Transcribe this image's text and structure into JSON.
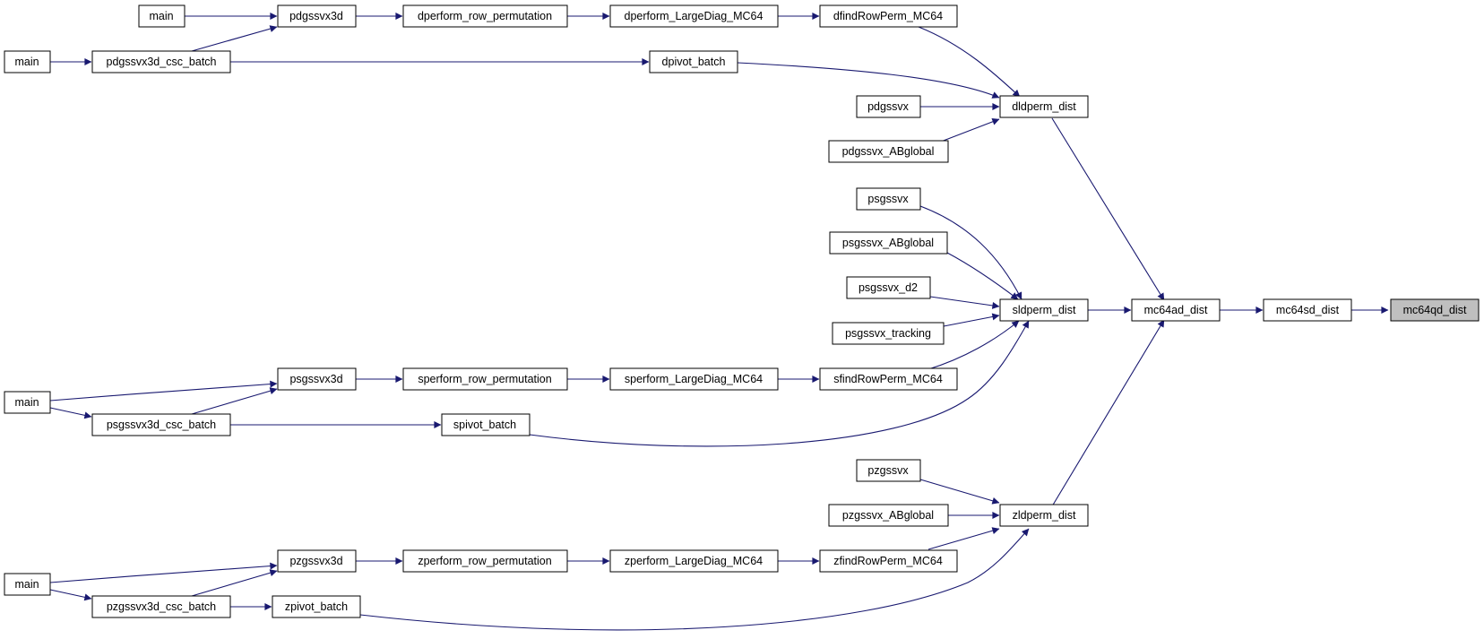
{
  "graph": {
    "nodes": {
      "mc64qd_dist": "mc64qd_dist",
      "mc64sd_dist": "mc64sd_dist",
      "mc64ad_dist": "mc64ad_dist",
      "dldperm_dist": "dldperm_dist",
      "sldperm_dist": "sldperm_dist",
      "zldperm_dist": "zldperm_dist",
      "dfindRowPerm_MC64": "dfindRowPerm_MC64",
      "dpivot_batch": "dpivot_batch",
      "pdgssvx": "pdgssvx",
      "pdgssvx_ABglobal": "pdgssvx_ABglobal",
      "dperform_LargeDiag_MC64": "dperform_LargeDiag_MC64",
      "dperform_row_permutation": "dperform_row_permutation",
      "pdgssvx3d": "pdgssvx3d",
      "pdgssvx3d_csc_batch": "pdgssvx3d_csc_batch",
      "main_d1": "main",
      "main_d2": "main",
      "psgssvx": "psgssvx",
      "psgssvx_ABglobal": "psgssvx_ABglobal",
      "psgssvx_d2": "psgssvx_d2",
      "psgssvx_tracking": "psgssvx_tracking",
      "sfindRowPerm_MC64": "sfindRowPerm_MC64",
      "sperform_LargeDiag_MC64": "sperform_LargeDiag_MC64",
      "sperform_row_permutation": "sperform_row_permutation",
      "psgssvx3d": "psgssvx3d",
      "psgssvx3d_csc_batch": "psgssvx3d_csc_batch",
      "spivot_batch": "spivot_batch",
      "main_s": "main",
      "pzgssvx": "pzgssvx",
      "pzgssvx_ABglobal": "pzgssvx_ABglobal",
      "zfindRowPerm_MC64": "zfindRowPerm_MC64",
      "zperform_LargeDiag_MC64": "zperform_LargeDiag_MC64",
      "zperform_row_permutation": "zperform_row_permutation",
      "pzgssvx3d": "pzgssvx3d",
      "pzgssvx3d_csc_batch": "pzgssvx3d_csc_batch",
      "zpivot_batch": "zpivot_batch",
      "main_z": "main"
    },
    "edges": [
      [
        "mc64sd_dist",
        "mc64qd_dist"
      ],
      [
        "mc64ad_dist",
        "mc64sd_dist"
      ],
      [
        "dldperm_dist",
        "mc64ad_dist"
      ],
      [
        "sldperm_dist",
        "mc64ad_dist"
      ],
      [
        "zldperm_dist",
        "mc64ad_dist"
      ],
      [
        "dfindRowPerm_MC64",
        "dldperm_dist"
      ],
      [
        "dpivot_batch",
        "dldperm_dist"
      ],
      [
        "pdgssvx",
        "dldperm_dist"
      ],
      [
        "pdgssvx_ABglobal",
        "dldperm_dist"
      ],
      [
        "dperform_LargeDiag_MC64",
        "dfindRowPerm_MC64"
      ],
      [
        "dperform_row_permutation",
        "dperform_LargeDiag_MC64"
      ],
      [
        "pdgssvx3d",
        "dperform_row_permutation"
      ],
      [
        "main_d1",
        "pdgssvx3d"
      ],
      [
        "pdgssvx3d_csc_batch",
        "pdgssvx3d"
      ],
      [
        "pdgssvx3d_csc_batch",
        "dpivot_batch"
      ],
      [
        "main_d2",
        "pdgssvx3d_csc_batch"
      ],
      [
        "psgssvx",
        "sldperm_dist"
      ],
      [
        "psgssvx_ABglobal",
        "sldperm_dist"
      ],
      [
        "psgssvx_d2",
        "sldperm_dist"
      ],
      [
        "psgssvx_tracking",
        "sldperm_dist"
      ],
      [
        "sfindRowPerm_MC64",
        "sldperm_dist"
      ],
      [
        "spivot_batch",
        "sldperm_dist"
      ],
      [
        "sperform_LargeDiag_MC64",
        "sfindRowPerm_MC64"
      ],
      [
        "sperform_row_permutation",
        "sperform_LargeDiag_MC64"
      ],
      [
        "psgssvx3d",
        "sperform_row_permutation"
      ],
      [
        "main_s",
        "psgssvx3d"
      ],
      [
        "psgssvx3d_csc_batch",
        "psgssvx3d"
      ],
      [
        "psgssvx3d_csc_batch",
        "spivot_batch"
      ],
      [
        "main_s",
        "psgssvx3d_csc_batch"
      ],
      [
        "pzgssvx",
        "zldperm_dist"
      ],
      [
        "pzgssvx_ABglobal",
        "zldperm_dist"
      ],
      [
        "zfindRowPerm_MC64",
        "zldperm_dist"
      ],
      [
        "zpivot_batch",
        "zldperm_dist"
      ],
      [
        "zperform_LargeDiag_MC64",
        "zfindRowPerm_MC64"
      ],
      [
        "zperform_row_permutation",
        "zperform_LargeDiag_MC64"
      ],
      [
        "pzgssvx3d",
        "zperform_row_permutation"
      ],
      [
        "main_z",
        "pzgssvx3d"
      ],
      [
        "pzgssvx3d_csc_batch",
        "pzgssvx3d"
      ],
      [
        "pzgssvx3d_csc_batch",
        "zpivot_batch"
      ],
      [
        "main_z",
        "pzgssvx3d_csc_batch"
      ]
    ],
    "highlighted_node": "mc64qd_dist",
    "colors": {
      "edge": "#191970",
      "node_border": "#000000",
      "node_fill": "#ffffff",
      "highlighted_fill": "#bfbfbf"
    }
  }
}
